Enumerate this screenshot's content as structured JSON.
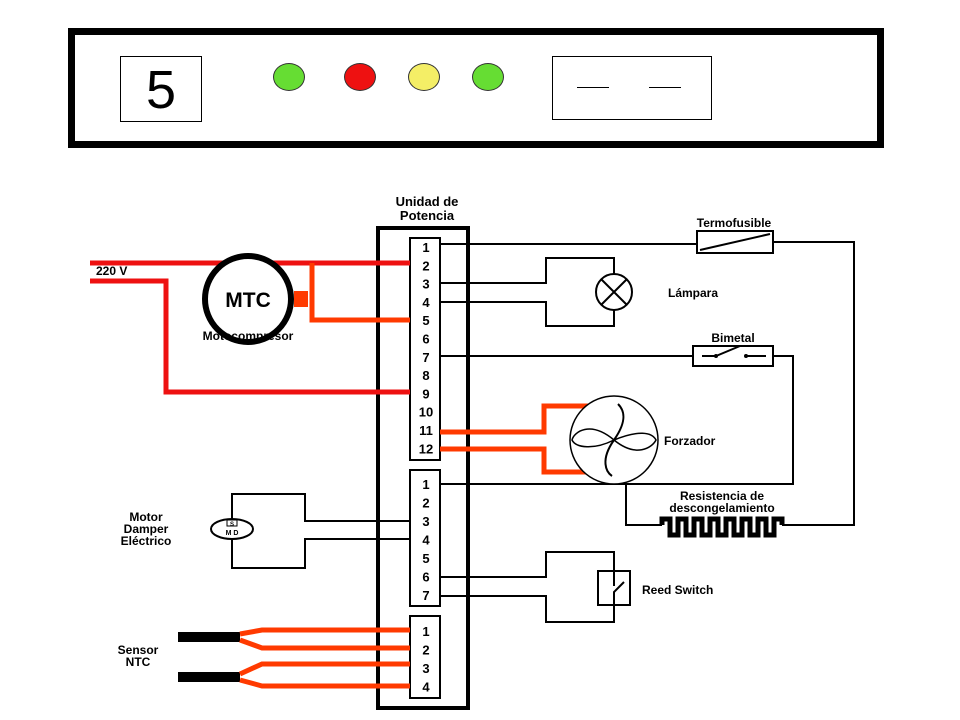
{
  "panel": {
    "counter": "5",
    "leds": [
      {
        "color": "#66dd33"
      },
      {
        "color": "#ee1111"
      },
      {
        "color": "#f4ee66"
      },
      {
        "color": "#66dd33"
      }
    ],
    "display": [
      "__",
      "__"
    ]
  },
  "diagram": {
    "power_unit_label": [
      "Unidad de",
      "Potencia"
    ],
    "supply_label": "220 V",
    "compressor": {
      "symbol": "MTC",
      "label": "Motocompresor"
    },
    "damper": {
      "label": [
        "Motor",
        "Damper",
        "Eléctrico"
      ],
      "symbol_top": "S",
      "symbol_bottom": "M D"
    },
    "sensor_label": [
      "Sensor",
      "NTC"
    ],
    "components": {
      "termofusible": "Termofusible",
      "lampara": "Lámpara",
      "bimetal": "Bimetal",
      "forzador": "Forzador",
      "resistencia": [
        "Resistencia de",
        "descongelamiento"
      ],
      "reed_switch": "Reed Switch"
    },
    "connector_a_pins": [
      "1",
      "2",
      "3",
      "4",
      "5",
      "6",
      "7",
      "8",
      "9",
      "10",
      "11",
      "12"
    ],
    "connector_b_pins": [
      "1",
      "2",
      "3",
      "4",
      "5",
      "6",
      "7"
    ],
    "connector_c_pins": [
      "1",
      "2",
      "3",
      "4"
    ],
    "wire_colors": {
      "supply": "#ee1111",
      "motor": "#ff3a00",
      "signal": "#000000"
    }
  }
}
